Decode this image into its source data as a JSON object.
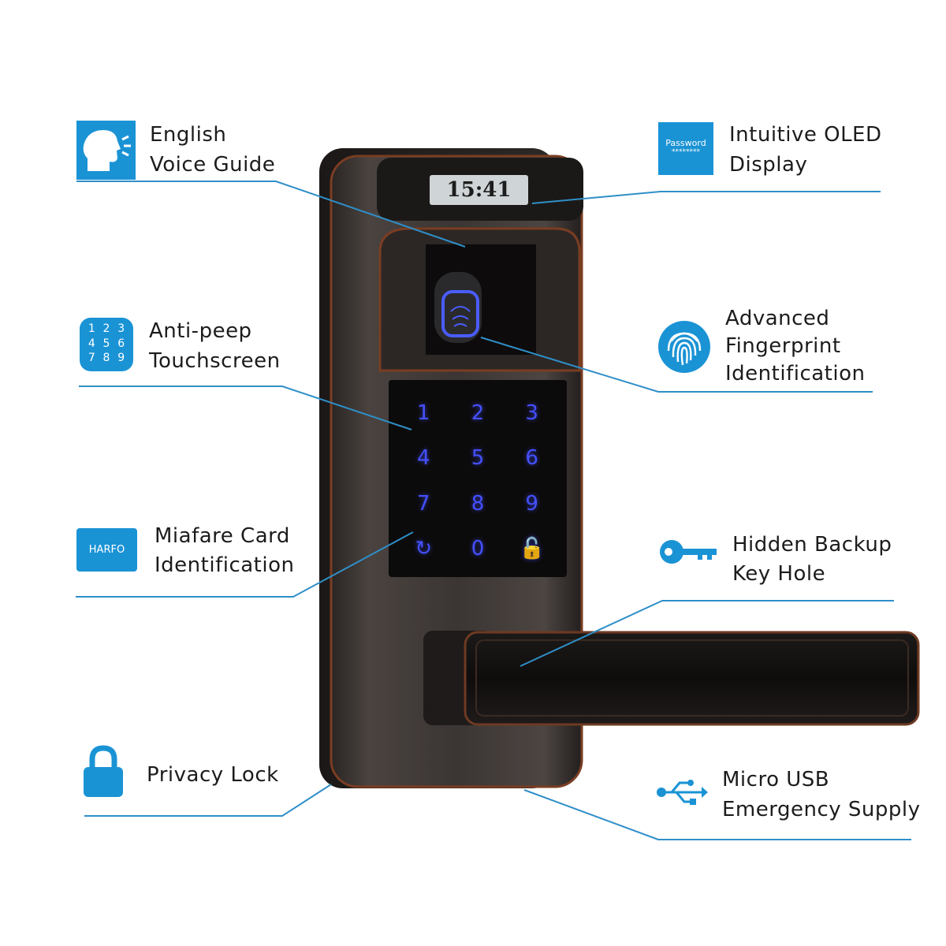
{
  "features": {
    "voice": {
      "line1": "English",
      "line2": "Voice Guide"
    },
    "oled": {
      "line1": "Intuitive OLED",
      "line2": "Display",
      "icon_text_1": "Password",
      "icon_text_2": "********"
    },
    "touch": {
      "line1": "Anti-peep",
      "line2": "Touchscreen",
      "icon_digits": [
        "1",
        "2",
        "3",
        "4",
        "5",
        "6",
        "7",
        "8",
        "9"
      ]
    },
    "fingerprint": {
      "line1": "Advanced",
      "line2": "Fingerprint",
      "line3": "Identification"
    },
    "card": {
      "line1": "Miafare Card",
      "line2": "Identification",
      "icon_text": "HARFO"
    },
    "key": {
      "line1": "Hidden Backup",
      "line2": "Key Hole"
    },
    "privacy": {
      "line1": "Privacy Lock"
    },
    "usb": {
      "line1": "Micro USB",
      "line2": "Emergency Supply"
    }
  },
  "device": {
    "display_time": "15:41",
    "keypad": [
      "1",
      "2",
      "3",
      "4",
      "5",
      "6",
      "7",
      "8",
      "9",
      "↻",
      "0",
      "🔓"
    ]
  },
  "colors": {
    "accent": "#1a93d5",
    "line": "#2f8fc8",
    "keypad_glow": "#3d4dff"
  }
}
